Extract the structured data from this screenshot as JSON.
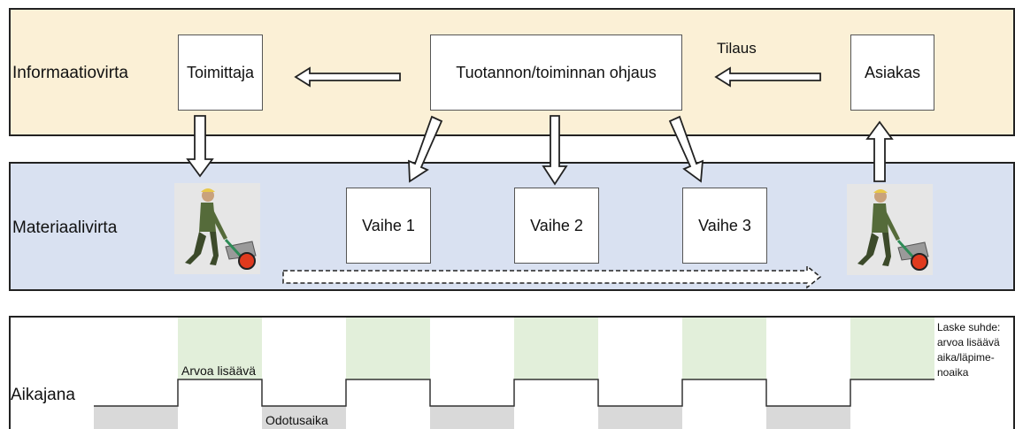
{
  "rows": {
    "information_flow": "Informaatiovirta",
    "material_flow": "Materiaalivirta",
    "timeline": "Aikajana"
  },
  "info_boxes": {
    "supplier": "Toimittaja",
    "control": "Tuotannon/toiminnan ohjaus",
    "customer": "Asiakas"
  },
  "order_label": "Tilaus",
  "stages": [
    "Vaihe 1",
    "Vaihe 2",
    "Vaihe 3"
  ],
  "timeline_labels": {
    "value_adding": "Arvoa lisäävä",
    "waiting": "Odotusaika"
  },
  "note_lines": [
    "Laske suhde:",
    "arvoa lisäävä",
    "aika/läpime-",
    "noaika"
  ],
  "icons": {
    "worker_left": "worker-with-wheelbarrow-icon",
    "worker_right": "worker-with-wheelbarrow-icon"
  },
  "colors": {
    "info_band": "#fbf0d6",
    "material_band": "#d9e1f1",
    "value_adding_fill": "#e2efda",
    "waiting_fill": "#d9d9d9"
  }
}
